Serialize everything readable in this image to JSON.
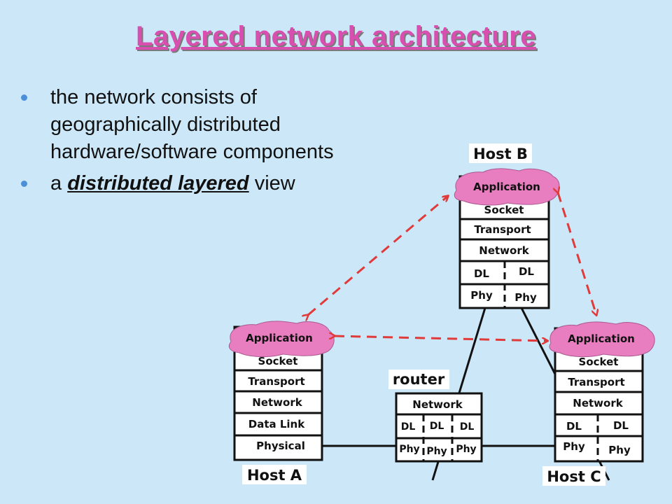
{
  "title": "Layered network architecture",
  "bullets": {
    "b1": "the network consists of geographically distributed hardware/software components",
    "b2_prefix": "a ",
    "b2_emph": "distributed layered",
    "b2_suffix": " view"
  },
  "hostB": {
    "name": "Host B",
    "layers": {
      "application": "Application",
      "socket": "Socket",
      "transport": "Transport",
      "network": "Network",
      "dl_left": "DL",
      "dl_right": "DL",
      "phy_left": "Phy",
      "phy_right": "Phy"
    }
  },
  "hostA": {
    "name": "Host A",
    "layers": {
      "application": "Application",
      "socket": "Socket",
      "transport": "Transport",
      "network": "Network",
      "datalink": "Data Link",
      "physical": "Physical"
    }
  },
  "hostC": {
    "name": "Host C",
    "layers": {
      "application": "Application",
      "socket": "Socket",
      "transport": "Transport",
      "network": "Network",
      "dl_left": "DL",
      "dl_right": "DL",
      "phy_left": "Phy",
      "phy_right": "Phy"
    }
  },
  "router": {
    "name": "router",
    "layers": {
      "network": "Network",
      "dl_1": "DL",
      "dl_2": "DL",
      "dl_3": "DL",
      "phy_1": "Phy",
      "phy_2": "Phy",
      "phy_3": "Phy"
    }
  },
  "colors": {
    "background": "#cce8f8",
    "title": "#d94fb0",
    "cloud": "#e87ec0",
    "arrow": "#e03a3a",
    "bullet": "#4a8fd8"
  }
}
